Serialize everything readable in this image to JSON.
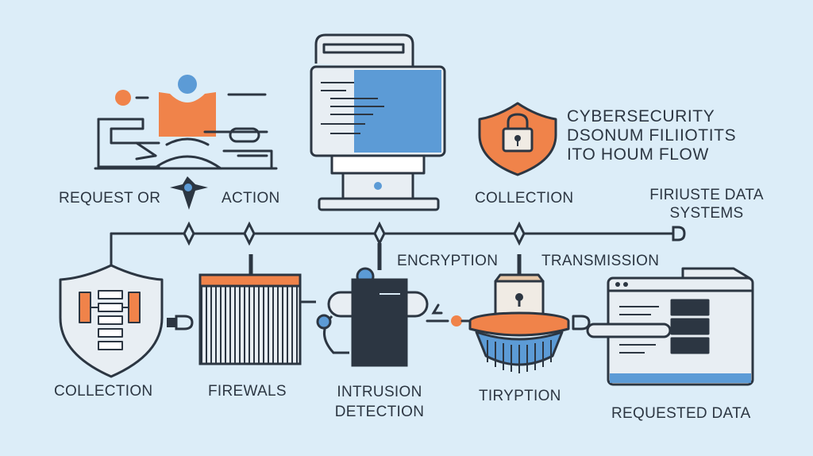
{
  "title_lines": [
    "CYBERSECURITY",
    "DSONUM FILIIOTITS",
    "ITO HOUM FLOW"
  ],
  "labels": {
    "request_or": "REQUEST OR",
    "action": "ACTION",
    "collection_top": "COLLECTION",
    "firiuste_line1": "FIRIUSTE DATA",
    "firiuste_line2": "SYSTEMS",
    "encryption": "ENCRYPTION",
    "transmission": "TRANSMISSION",
    "collection_bottom": "COLLECTION",
    "firewals": "FIREWALS",
    "intrusion_line1": "INTRUSION",
    "intrusion_line2": "DETECTION",
    "tiryption": "TIRYPTION",
    "requested_data": "REQUESTED DATA"
  },
  "colors": {
    "background": "#dcedf8",
    "ink": "#2c3642",
    "accent_orange": "#f0834a",
    "accent_blue": "#5c9bd6",
    "panel_fill": "#e8eef3"
  }
}
